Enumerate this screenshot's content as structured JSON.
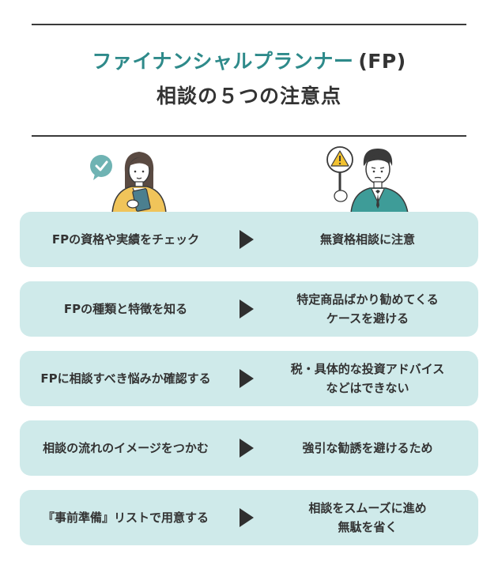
{
  "title": {
    "main": "ファイナンシャルプランナー",
    "suffix": "(FP)",
    "line2": "相談の５つの注意点"
  },
  "colors": {
    "accent": "#2e8a8a",
    "row_bg": "#cfeaea",
    "text": "#333333"
  },
  "icons": {
    "left_person": "woman-with-phone",
    "left_bubble": "check-bubble-icon",
    "right_person": "man-with-warning-sign",
    "right_sign": "warning-sign-icon"
  },
  "rows": [
    {
      "left": "FPの資格や実績をチェック",
      "right": "無資格相談に注意"
    },
    {
      "left": "FPの種類と特徴を知る",
      "right": "特定商品ばかり勧めてくる\nケースを避ける"
    },
    {
      "left": "FPに相談すべき悩みか確認する",
      "right": "税・具体的な投資アドバイス\nなどはできない"
    },
    {
      "left": "相談の流れのイメージをつかむ",
      "right": "強引な勧誘を避けるため"
    },
    {
      "left": "『事前準備』リストで用意する",
      "right": "相談をスムーズに進め\n無駄を省く"
    }
  ]
}
